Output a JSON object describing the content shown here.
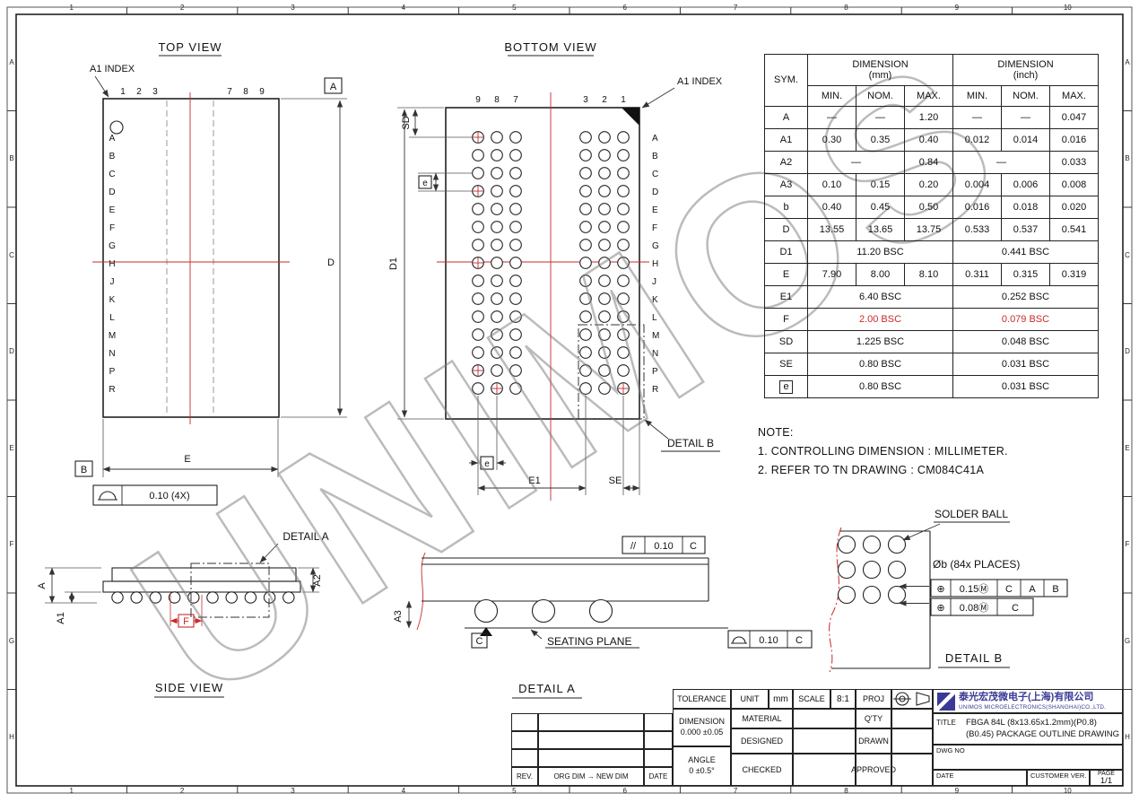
{
  "frame": {
    "cols": [
      "1",
      "2",
      "3",
      "4",
      "5",
      "6",
      "7",
      "8",
      "9",
      "10"
    ],
    "rows": [
      "A",
      "B",
      "C",
      "D",
      "E",
      "F",
      "G",
      "H"
    ]
  },
  "watermark": "UNIMOS",
  "views": {
    "ball_rows": [
      "A",
      "B",
      "C",
      "D",
      "E",
      "F",
      "G",
      "H",
      "J",
      "K",
      "L",
      "M",
      "N",
      "P",
      "R"
    ],
    "top": {
      "label": "TOP VIEW",
      "a1_index": "A1 INDEX",
      "cols_left": [
        "1",
        "2",
        "3"
      ],
      "cols_right": [
        "7",
        "8",
        "9"
      ],
      "dim_d": "D",
      "dim_e": "E",
      "datum_a": "A",
      "datum_b": "B",
      "flatness": "0.10 (4X)"
    },
    "bottom": {
      "label": "BOTTOM VIEW",
      "a1_index": "A1 INDEX",
      "cols_left": [
        "9",
        "8",
        "7"
      ],
      "cols_right": [
        "3",
        "2",
        "1"
      ],
      "dim_d1": "D1",
      "dim_sd": "SD",
      "dim_e": "e",
      "dim_e1": "E1",
      "dim_se": "SE",
      "detail_b": "DETAIL B"
    },
    "side": {
      "label": "SIDE VIEW",
      "dim_a": "A",
      "dim_a1": "A1",
      "dim_a2": "A2",
      "dim_f": "F",
      "detail_a": "DETAIL A"
    },
    "detail_a": {
      "label": "DETAIL A",
      "seating_plane": "SEATING PLANE",
      "datum_c": "C",
      "dim_a3": "A3",
      "parallel": {
        "sym": "//",
        "val": "0.10",
        "datum": "C"
      },
      "profile": {
        "val": "0.10",
        "datum": "C"
      }
    },
    "detail_b": {
      "label": "DETAIL B",
      "solder_ball": "SOLDER BALL",
      "ball_callout": "Øb (84x PLACES)",
      "pos1": {
        "sym": "⊕",
        "val": "0.15Ⓜ",
        "d1": "C",
        "d2": "A",
        "d3": "B"
      },
      "pos2": {
        "sym": "⊕",
        "val": "0.08Ⓜ",
        "d1": "C"
      }
    }
  },
  "table": {
    "sym_header": "SYM.",
    "mm_header_1": "DIMENSION",
    "mm_header_2": "(mm)",
    "inch_header_1": "DIMENSION",
    "inch_header_2": "(inch)",
    "min": "MIN.",
    "nom": "NOM.",
    "max": "MAX.",
    "rows": [
      {
        "sym": "A",
        "mm": [
          {
            "t": "—"
          },
          {
            "t": "—"
          },
          {
            "t": "1.20"
          }
        ],
        "inch": [
          {
            "t": "—"
          },
          {
            "t": "—"
          },
          {
            "t": "0.047"
          }
        ]
      },
      {
        "sym": "A1",
        "mm": [
          {
            "t": "0.30"
          },
          {
            "t": "0.35"
          },
          {
            "t": "0.40"
          }
        ],
        "inch": [
          {
            "t": "0.012"
          },
          {
            "t": "0.014"
          },
          {
            "t": "0.016"
          }
        ]
      },
      {
        "sym": "A2",
        "mm": [
          {
            "t": "—",
            "s": 2
          },
          {
            "t": "0.84"
          }
        ],
        "inch": [
          {
            "t": "—",
            "s": 2
          },
          {
            "t": "0.033"
          }
        ]
      },
      {
        "sym": "A3",
        "mm": [
          {
            "t": "0.10"
          },
          {
            "t": "0.15"
          },
          {
            "t": "0.20"
          }
        ],
        "inch": [
          {
            "t": "0.004"
          },
          {
            "t": "0.006"
          },
          {
            "t": "0.008"
          }
        ]
      },
      {
        "sym": "b",
        "mm": [
          {
            "t": "0.40"
          },
          {
            "t": "0.45"
          },
          {
            "t": "0.50"
          }
        ],
        "inch": [
          {
            "t": "0.016"
          },
          {
            "t": "0.018"
          },
          {
            "t": "0.020"
          }
        ]
      },
      {
        "sym": "D",
        "mm": [
          {
            "t": "13.55"
          },
          {
            "t": "13.65"
          },
          {
            "t": "13.75"
          }
        ],
        "inch": [
          {
            "t": "0.533"
          },
          {
            "t": "0.537"
          },
          {
            "t": "0.541"
          }
        ]
      },
      {
        "sym": "D1",
        "mm": [
          {
            "t": "11.20 BSC",
            "s": 3
          }
        ],
        "inch": [
          {
            "t": "0.441 BSC",
            "s": 3
          }
        ]
      },
      {
        "sym": "E",
        "mm": [
          {
            "t": "7.90"
          },
          {
            "t": "8.00"
          },
          {
            "t": "8.10"
          }
        ],
        "inch": [
          {
            "t": "0.311"
          },
          {
            "t": "0.315"
          },
          {
            "t": "0.319"
          }
        ]
      },
      {
        "sym": "E1",
        "mm": [
          {
            "t": "6.40 BSC",
            "s": 3
          }
        ],
        "inch": [
          {
            "t": "0.252 BSC",
            "s": 3
          }
        ]
      },
      {
        "sym": "F",
        "red": true,
        "mm": [
          {
            "t": "2.00 BSC",
            "s": 3
          }
        ],
        "inch": [
          {
            "t": "0.079 BSC",
            "s": 3
          }
        ]
      },
      {
        "sym": "SD",
        "mm": [
          {
            "t": "1.225 BSC",
            "s": 3
          }
        ],
        "inch": [
          {
            "t": "0.048 BSC",
            "s": 3
          }
        ]
      },
      {
        "sym": "SE",
        "mm": [
          {
            "t": "0.80 BSC",
            "s": 3
          }
        ],
        "inch": [
          {
            "t": "0.031 BSC",
            "s": 3
          }
        ]
      },
      {
        "sym": "e",
        "boxed": true,
        "mm": [
          {
            "t": "0.80 BSC",
            "s": 3
          }
        ],
        "inch": [
          {
            "t": "0.031 BSC",
            "s": 3
          }
        ]
      }
    ]
  },
  "notes": {
    "title": "NOTE:",
    "lines": [
      "1. CONTROLLING DIMENSION : MILLIMETER.",
      "2. REFER TO TN DRAWING : CM084C41A"
    ]
  },
  "title_block": {
    "tolerance": "TOLERANCE",
    "dimension_label": "DIMENSION",
    "dimension_tol": "0.000 ±0.05",
    "angle_label": "ANGLE",
    "angle_tol": "0 ±0.5°",
    "unit_label": "UNIT",
    "unit": "mm",
    "scale_label": "SCALE",
    "scale": "8:1",
    "proj_label": "PROJ",
    "material": "MATERIAL",
    "qty": "Q'TY",
    "designed": "DESIGNED",
    "drawn": "DRAWN",
    "checked": "CHECKED",
    "approved": "APPROVED",
    "rev": "REV.",
    "rev_row": "ORG DIM → NEW DIM",
    "date": "DATE",
    "company_cn": "泰光宏茂微电子(上海)有限公司",
    "company_en": "UNIMOS MICROELECTRONICS(SHANGHAI)CO.,LTD.",
    "title_label": "TITLE",
    "title_line1": "FBGA 84L (8x13.65x1.2mm)(P0.8)",
    "title_line2": "(B0.45) PACKAGE OUTLINE DRAWING",
    "dwg_no": "DWG NO",
    "date2": "DATE",
    "customer_ver": "CUSTOMER VER.",
    "page": "PAGE",
    "page_value": "1/1"
  }
}
